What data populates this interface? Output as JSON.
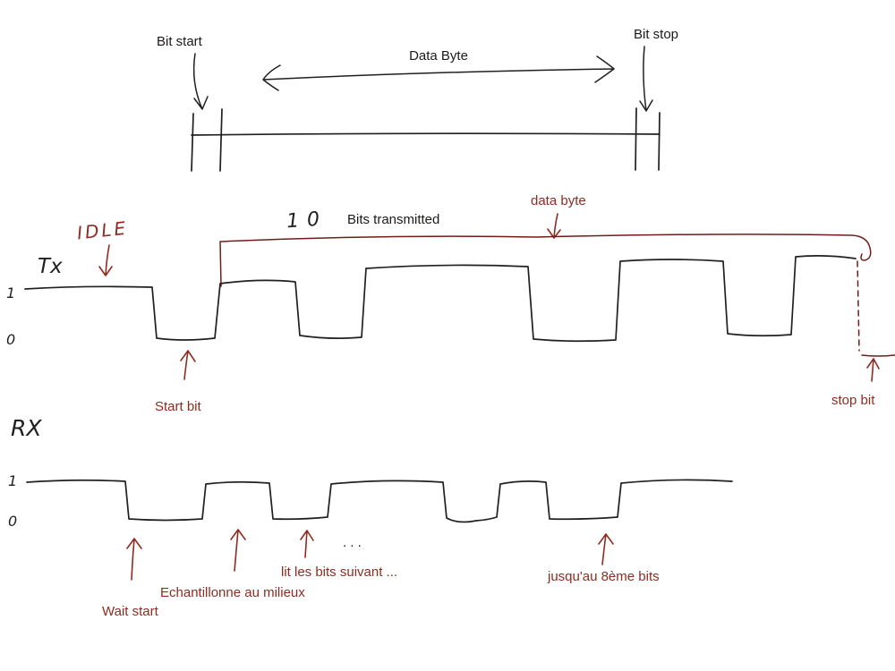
{
  "colors": {
    "ink": "#22201e",
    "annotation_red": "#8e2c22",
    "bracket_maroon": "#6f1d18",
    "background": "#ffffff"
  },
  "top_timeline": {
    "bit_start_label": "Bit start",
    "data_byte_label": "Data Byte",
    "bit_stop_label": "Bit stop"
  },
  "tx_section": {
    "idle_label": "IDLE",
    "line_label": "Tx",
    "level_one": "1",
    "level_zero": "0",
    "bits_count": "10",
    "bits_transmitted_label": "Bits transmitted",
    "data_byte_label": "data byte",
    "start_bit_label": "Start bit",
    "stop_bit_label": "stop bit"
  },
  "rx_section": {
    "line_label": "RX",
    "level_one": "1",
    "level_zero": "0",
    "wait_start_label": "Wait start",
    "sample_middle_label": "Echantillonne au milieux",
    "read_next_bits_label": "lit les bits suivant ...",
    "ellipsis": ". . .",
    "until_8th_bit_label": "jusqu'au 8ème bits"
  }
}
